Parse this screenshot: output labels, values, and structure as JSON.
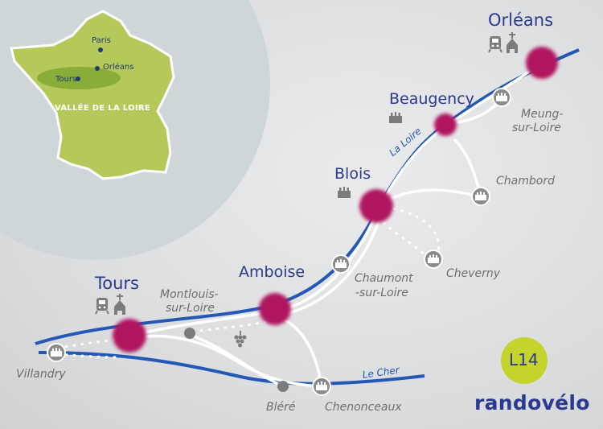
{
  "inset": {
    "cities": [
      "Paris",
      "Orléans",
      "Tours"
    ],
    "region_label": "VALLÉE DE LA LOIRE",
    "colors": {
      "circle": "#cfd6d9",
      "france": "#b5c95a",
      "region": "#8aac3a",
      "dot": "#1f3a6e"
    }
  },
  "stages": [
    {
      "name": "Orléans",
      "icons": [
        "train-icon",
        "church-icon"
      ]
    },
    {
      "name": "Beaugency",
      "icons": [
        "castle-icon"
      ]
    },
    {
      "name": "Blois",
      "icons": [
        "castle-icon"
      ]
    },
    {
      "name": "Amboise",
      "icons": []
    },
    {
      "name": "Tours",
      "icons": [
        "train-icon",
        "church-icon"
      ]
    }
  ],
  "places": {
    "meung_line1": "Meung-",
    "meung_line2": "sur-Loire",
    "chambord": "Chambord",
    "chaumont_line1": "Chaumont",
    "chaumont_line2": "-sur-Loire",
    "cheverny": "Cheverny",
    "montlouis_line1": "Montlouis-",
    "montlouis_line2": "sur-Loire",
    "villandry": "Villandry",
    "blere": "Bléré",
    "chenonceaux": "Chenonceaux"
  },
  "rivers": {
    "loire": "La Loire",
    "cher": "Le Cher"
  },
  "route": {
    "code": "L14",
    "brand": "randovélo"
  },
  "colors": {
    "river": "#2458b5",
    "stage_dot": "#b0155f",
    "badge": "#c4d42c",
    "text_blue": "#2b3990",
    "text_gray": "#6d6e70"
  }
}
